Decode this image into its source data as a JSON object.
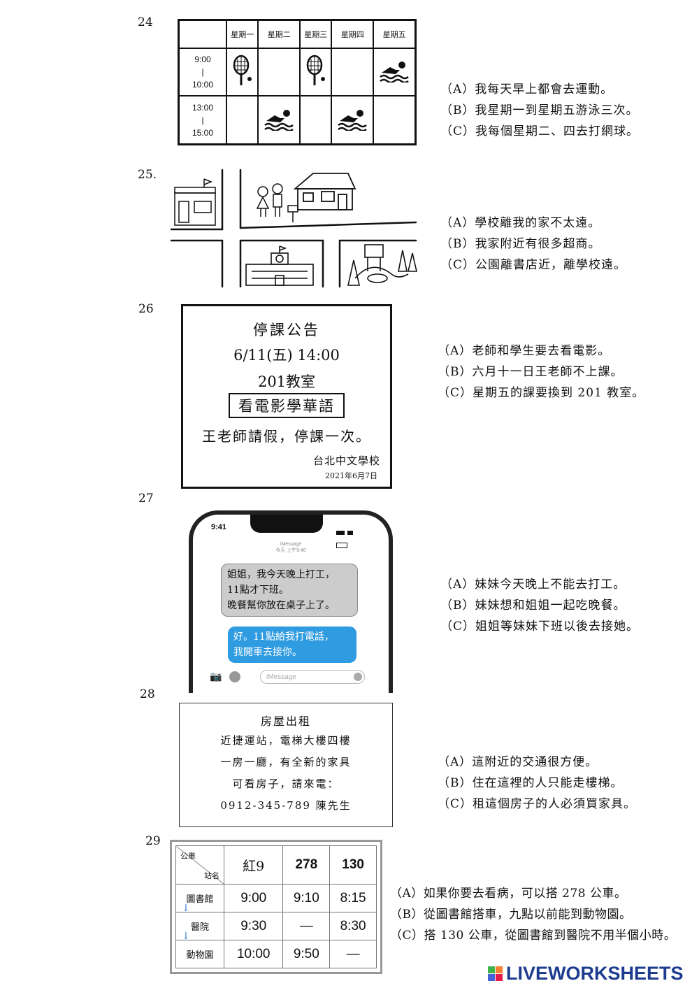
{
  "q24": {
    "number": "24",
    "days": [
      "星期一",
      "星期二",
      "星期三",
      "星期四",
      "星期五"
    ],
    "times": [
      {
        "start": "9:00",
        "sep": "|",
        "end": "10:00"
      },
      {
        "start": "13:00",
        "sep": "|",
        "end": "15:00"
      }
    ],
    "options": [
      "（A）我每天早上都會去運動。",
      "（B）我星期一到星期五游泳三次。",
      "（C）我每個星期二、四去打網球。"
    ]
  },
  "q25": {
    "number": "25.",
    "options": [
      "（A）學校離我的家不太遠。",
      "（B）我家附近有很多超商。",
      "（C）公園離書店近，離學校遠。"
    ]
  },
  "q26": {
    "number": "26",
    "notice": {
      "title": "停課公告",
      "datetime": "6/11(五) 14:00",
      "room": "201教室",
      "boxed": "看電影學華語",
      "message": "王老師請假，停課一次。",
      "school": "台北中文學校",
      "date": "2021年6月7日"
    },
    "options": [
      "（A）老師和學生要去看電影。",
      "（B）六月十一日王老師不上課。",
      "（C）星期五的課要換到 201 教室。"
    ]
  },
  "q27": {
    "number": "27",
    "phone": {
      "clock": "9:41",
      "service": "iMessage",
      "timestamp": "今天 上午9:40",
      "received": [
        "姐姐，我今天晚上打工，",
        "11點才下班。",
        "晚餐幫你放在桌子上了。"
      ],
      "sent": [
        "好。11點給我打電話，",
        "我開車去接你。"
      ],
      "input_placeholder": "iMessage"
    },
    "options": [
      "（A）妹妹今天晚上不能去打工。",
      "（B）妹妹想和姐姐一起吃晚餐。",
      "（C）姐姐等妹妹下班以後去接她。"
    ]
  },
  "q28": {
    "number": "28",
    "ad": {
      "title": "房屋出租",
      "line1": "近捷運站，電梯大樓四樓",
      "line2": "一房一廳，有全新的家具",
      "line3": "可看房子，請來電：",
      "line4": "0912-345-789 陳先生"
    },
    "options": [
      "（A）這附近的交通很方便。",
      "（B）住在這裡的人只能走樓梯。",
      "（C）租這個房子的人必須買家具。"
    ]
  },
  "q29": {
    "number": "29",
    "corner_top": "公車",
    "corner_bottom": "站名",
    "routes": [
      "紅9",
      "278",
      "130"
    ],
    "rows": [
      {
        "station": "圖書館",
        "times": [
          "9:00",
          "9:10",
          "8:15"
        ]
      },
      {
        "station": "醫院",
        "times": [
          "9:30",
          "—",
          "8:30"
        ]
      },
      {
        "station": "動物園",
        "times": [
          "10:00",
          "9:50",
          "—"
        ]
      }
    ],
    "options": [
      "（A）如果你要去看病，可以搭 278 公車。",
      "（B）從圖書館搭車，九點以前能到動物園。",
      "（C）搭 130 公車，從圖書館到醫院不用半個小時。"
    ]
  },
  "branding": {
    "logo_text": "LIVEWORKSHEETS",
    "logo_color": "#1d3c8f"
  }
}
